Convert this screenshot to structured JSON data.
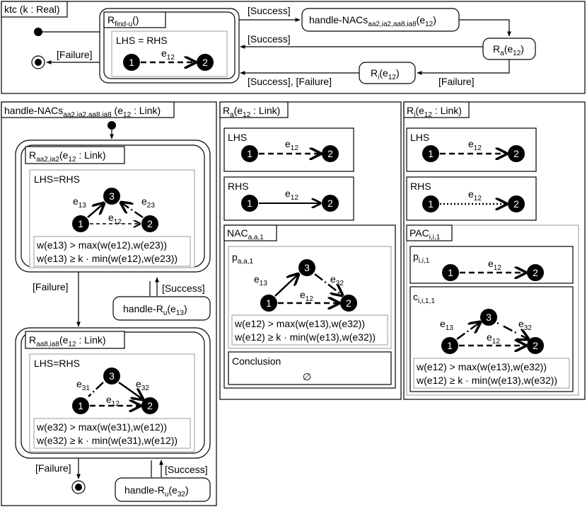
{
  "ktc": {
    "title": "ktc (k : Real)",
    "find_rule": "R",
    "find_rule_sub": "find-u",
    "find_rule_suffix": "()",
    "lhs_eq_rhs": "LHS = RHS",
    "edge": "e",
    "edge_sub": "12",
    "n1": "1",
    "n2": "2",
    "failure": "[Failure]",
    "success1": "[Success]",
    "success2": "[Success]",
    "success_failure": "[Success], [Failure]",
    "failure2": "[Failure]",
    "handle_nacs": "handle-NACs",
    "handle_nacs_sub": "aa2,ia2,aa8,ia8",
    "handle_nacs_arg": "(e",
    "handle_nacs_arg_sub": "12",
    "handle_nacs_arg_end": ")",
    "ra": "R",
    "ra_sub": "a",
    "ra_arg": "(e",
    "ra_arg_sub": "12",
    "ra_arg_end": ")",
    "ri": "R",
    "ri_sub": "i",
    "ri_arg": "(e",
    "ri_arg_sub": "12",
    "ri_arg_end": ")"
  },
  "handle": {
    "title": "handle-NACs",
    "title_sub": "aa2,ia2,aa8,ia8",
    "title_arg": " (e",
    "title_arg_sub": "12",
    "title_arg_end": " : Link)",
    "rule1": "R",
    "rule1_sub": "aa2,ia2",
    "rule1_arg": "(e",
    "rule1_arg_sub": "12",
    "rule1_arg_end": " : Link)",
    "rule1_lhs": "LHS=RHS",
    "rule1_e13": "e",
    "rule1_e13_sub": "13",
    "rule1_e23": "e",
    "rule1_e23_sub": "23",
    "rule1_e12": "e",
    "rule1_e12_sub": "12",
    "rule1_c1": "w(e13) > max(w(e12),w(e23))",
    "rule1_c2": "w(e13) ≥ k · min(w(e12),w(e23))",
    "failure1": "[Failure]",
    "success1": "[Success]",
    "handle_ru1": "handle-R",
    "handle_ru1_sub": "u",
    "handle_ru1_arg": "(e",
    "handle_ru1_arg_sub": "13",
    "handle_ru1_arg_end": ")",
    "rule2": "R",
    "rule2_sub": "aa8,ia8",
    "rule2_arg": "(e",
    "rule2_arg_sub": "12",
    "rule2_arg_end": " : Link)",
    "rule2_lhs": "LHS=RHS",
    "rule2_e31": "e",
    "rule2_e31_sub": "31",
    "rule2_e32": "e",
    "rule2_e32_sub": "32",
    "rule2_e12": "e",
    "rule2_e12_sub": "12",
    "rule2_c1": "w(e32) > max(w(e31),w(e12))",
    "rule2_c2": "w(e32) ≥ k · min(w(e31),w(e12))",
    "failure2": "[Failure]",
    "success2": "[Success]",
    "handle_ru2": "handle-R",
    "handle_ru2_sub": "u",
    "handle_ru2_arg": "(e",
    "handle_ru2_arg_sub": "32",
    "handle_ru2_arg_end": ")",
    "n1": "1",
    "n2": "2",
    "n3": "3"
  },
  "ra": {
    "title": "R",
    "title_sub": "a",
    "title_arg": "(e",
    "title_arg_sub": "12",
    "title_arg_end": " : Link)",
    "lhs": "LHS",
    "rhs": "RHS",
    "e": "e",
    "e_sub": "12",
    "nac": "NAC",
    "nac_sub": "a,a,1",
    "p": "p",
    "p_sub": "a,a,1",
    "e13": "e",
    "e13_sub": "13",
    "e32": "e",
    "e32_sub": "32",
    "e12": "e",
    "e12_sub": "12",
    "c1": "w(e12) > max(w(e13),w(e32))",
    "c2": "w(e12) ≥ k · min(w(e13),w(e32))",
    "conclusion": "Conclusion",
    "empty": "∅",
    "n1": "1",
    "n2": "2",
    "n3": "3"
  },
  "ri": {
    "title": "R",
    "title_sub": "i",
    "title_arg": "(e",
    "title_arg_sub": "12",
    "title_arg_end": " : Link)",
    "lhs": "LHS",
    "rhs": "RHS",
    "e": "e",
    "e_sub": "12",
    "pac": "PAC",
    "pac_sub": "i,i,1",
    "p": "p",
    "p_sub": "i,i,1",
    "c": "c",
    "c_sub": "i,i,1,1",
    "e13": "e",
    "e13_sub": "13",
    "e32": "e",
    "e32_sub": "32",
    "e12": "e",
    "e12_sub": "12",
    "c1": "w(e12) > max(w(e13),w(e32))",
    "c2": "w(e12) ≥ k · min(w(e13),w(e32))",
    "n1": "1",
    "n2": "2",
    "n3": "3"
  }
}
